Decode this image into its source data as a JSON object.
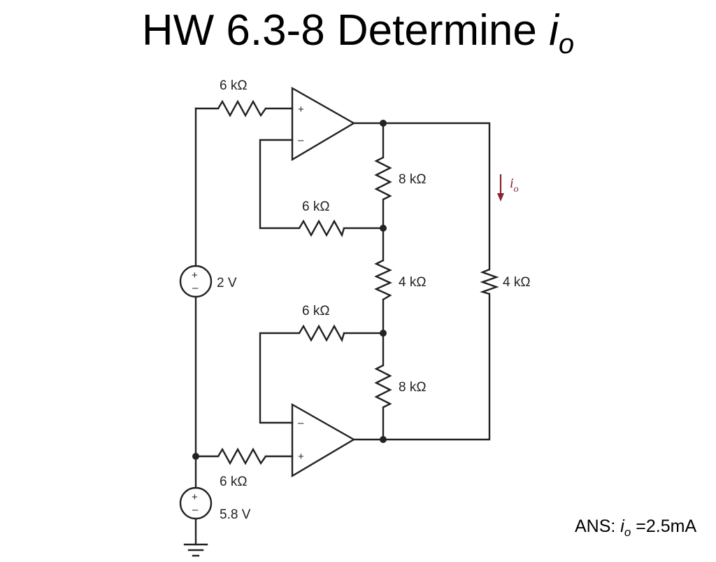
{
  "title": {
    "main": "HW 6.3-8 Determine ",
    "var": "i",
    "sub": "o"
  },
  "answer": {
    "prefix": "ANS: ",
    "var": "i",
    "sub": "o",
    "value": " =2.5mA"
  },
  "circuit": {
    "r_top_input": "6 kΩ",
    "r_feedback_top": "6 kΩ",
    "r_feedback_bottom": "6 kΩ",
    "r_bottom_input": "6 kΩ",
    "r_ladder_top": "8 kΩ",
    "r_ladder_mid": "4 kΩ",
    "r_ladder_bottom": "8 kΩ",
    "r_load": "4 kΩ",
    "v_source_top": "2 V",
    "v_source_bottom": "5.8 V",
    "current_label_var": "i",
    "current_label_sub": "o",
    "opamp_plus": "+",
    "opamp_minus": "–",
    "source_plus": "+",
    "source_minus": "–"
  },
  "colors": {
    "wire": "#222222",
    "current_arrow": "#8b2233"
  }
}
